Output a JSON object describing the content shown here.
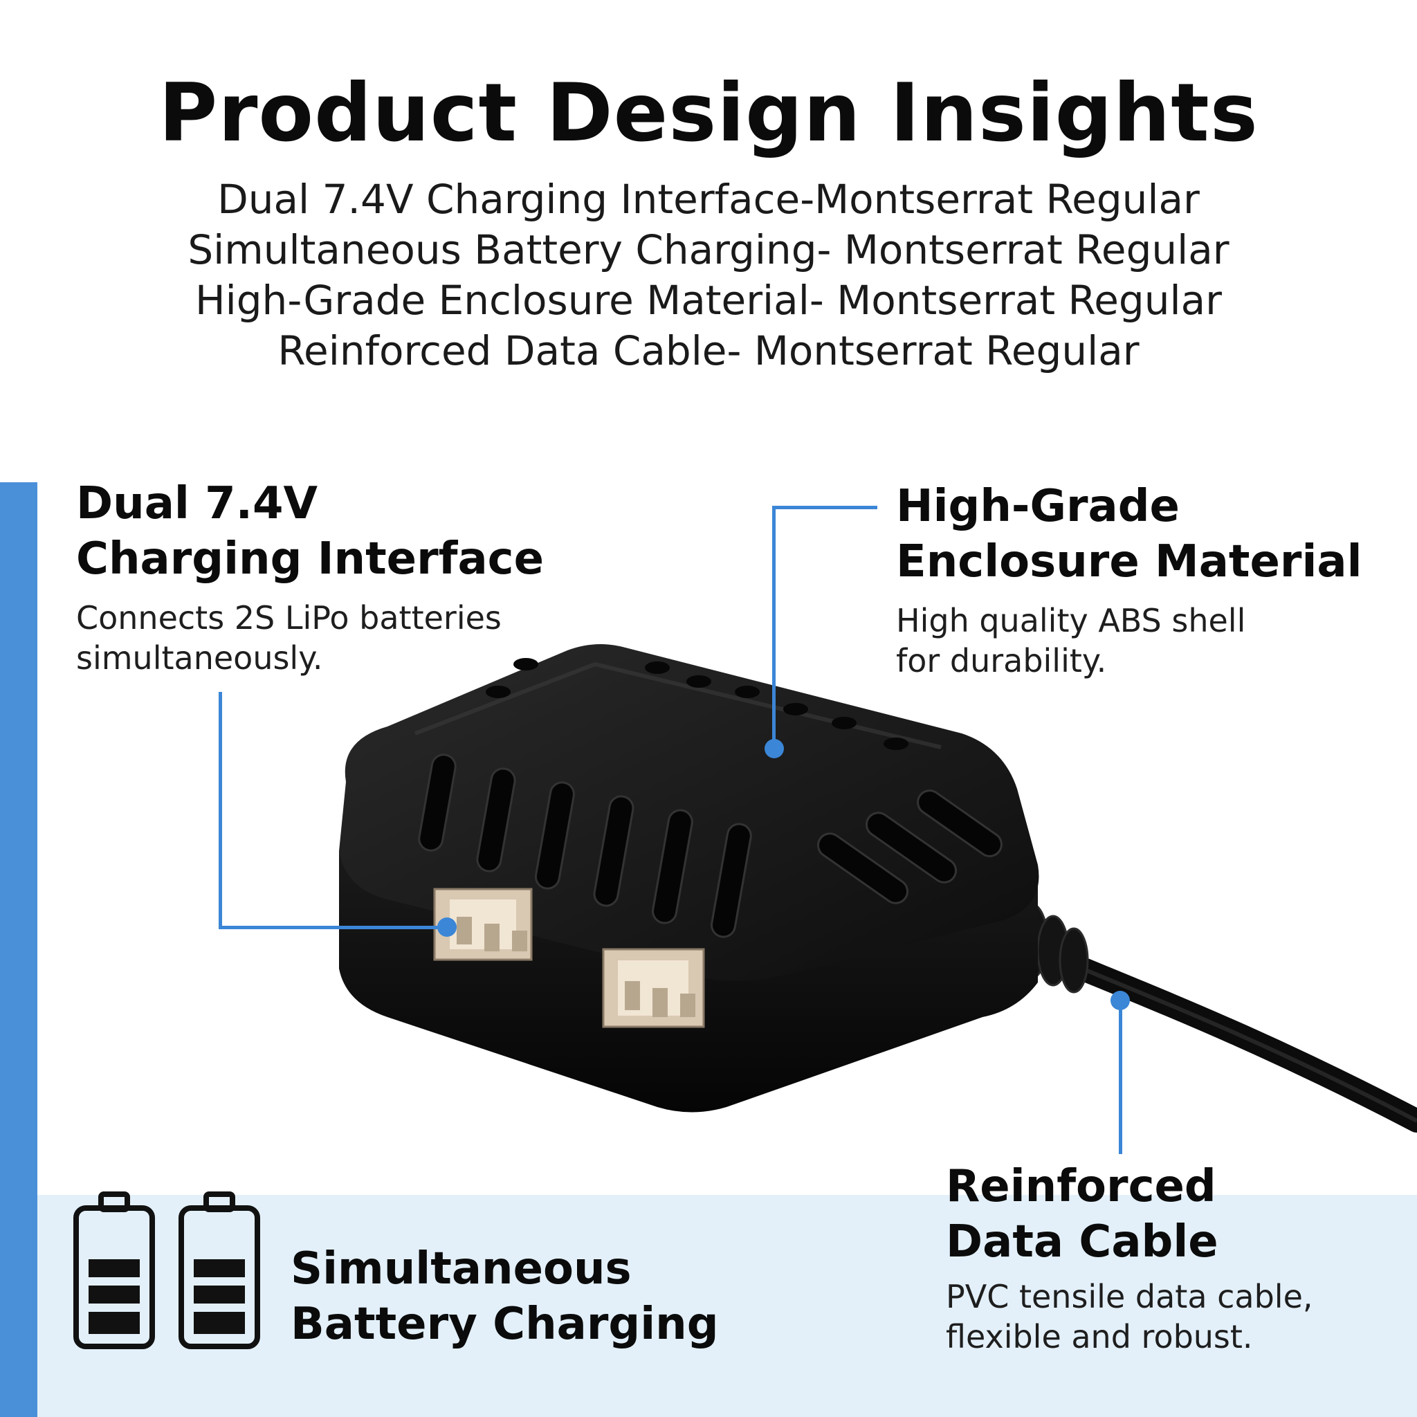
{
  "header": {
    "title": "Product Design Insights",
    "subtitle_lines": [
      "Dual 7.4V Charging Interface-Montserrat Regular",
      "Simultaneous Battery Charging- Montserrat Regular",
      "High-Grade Enclosure Material- Montserrat Regular",
      "Reinforced Data Cable- Montserrat Regular"
    ]
  },
  "callouts": {
    "charging_interface": {
      "title_line1": "Dual 7.4V",
      "title_line2": "Charging Interface",
      "desc_line1": "Connects 2S LiPo batteries",
      "desc_line2": "simultaneously."
    },
    "enclosure": {
      "title_line1": "High-Grade",
      "title_line2": "Enclosure Material",
      "desc_line1": "High quality ABS shell",
      "desc_line2": "for durability."
    },
    "cable": {
      "title_line1": "Reinforced",
      "title_line2": "Data Cable",
      "desc_line1": "PVC tensile data cable,",
      "desc_line2": "flexible and robust."
    }
  },
  "bottom_feature": {
    "line1": "Simultaneous",
    "line2": "Battery Charging",
    "icon": "battery-icon"
  },
  "colors": {
    "accent": "#3b86d6",
    "band": "#e3f0fa",
    "text": "#0b0b0b",
    "product": "#111111"
  }
}
